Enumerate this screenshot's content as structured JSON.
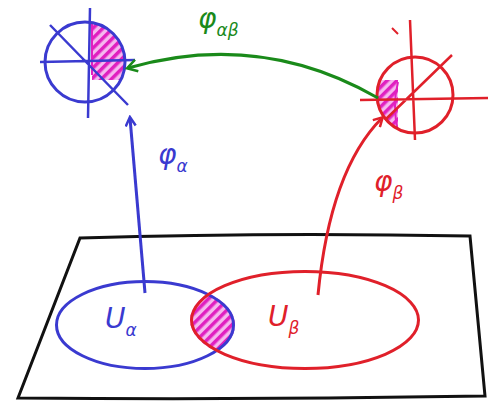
{
  "diagram": {
    "nodes": [
      {
        "text": [
          "U",
          "α"
        ]
      },
      {
        "text": [
          "U",
          "β"
        ]
      }
    ],
    "labels": [
      "φ",
      "αβ",
      "φ",
      "α",
      "φ",
      "β"
    ]
  }
}
